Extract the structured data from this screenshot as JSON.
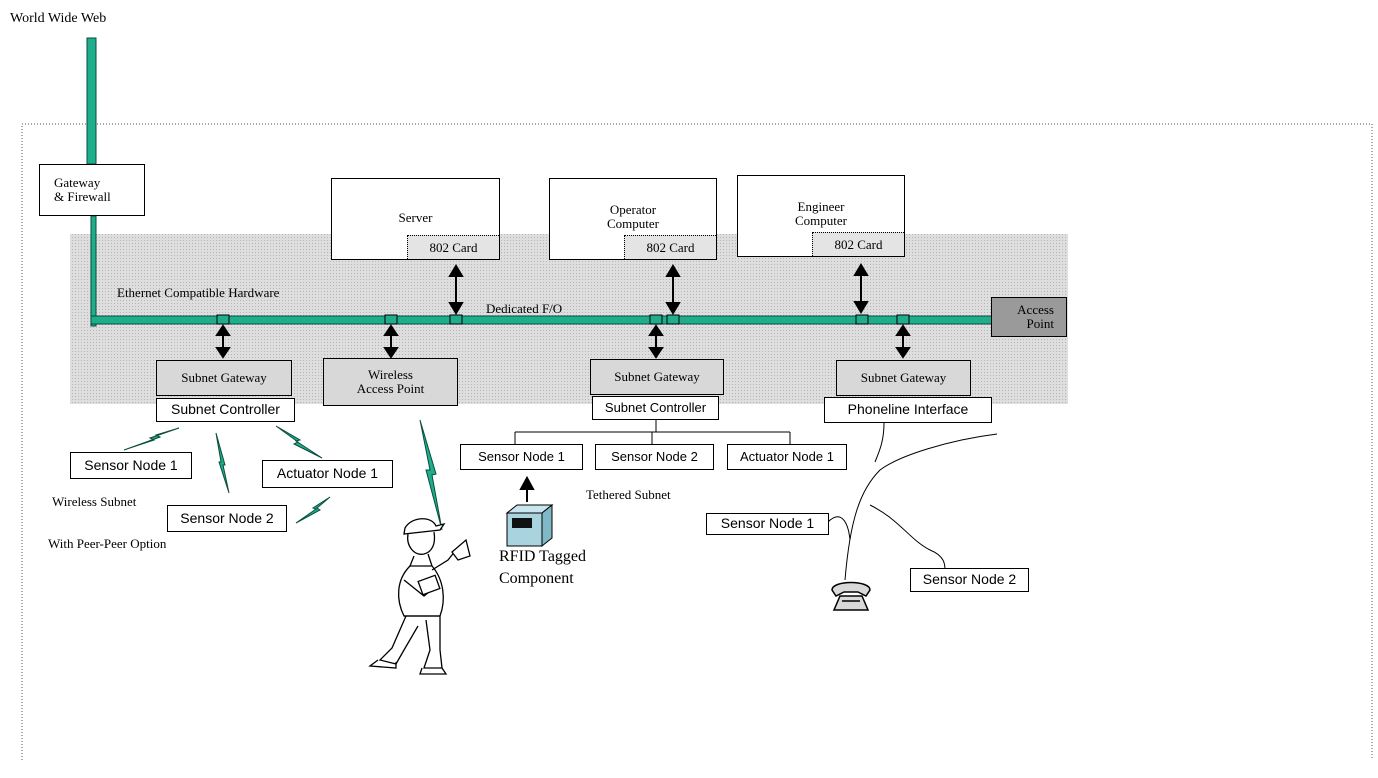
{
  "labels": {
    "www": "World Wide Web",
    "ethernet_hw": "Ethernet Compatible Hardware",
    "dedicated_fo": "Dedicated F/O",
    "wireless_subnet": "Wireless Subnet",
    "peer_option": "With Peer-Peer Option",
    "tethered_subnet": "Tethered Subnet",
    "rfid_line1": "RFID Tagged",
    "rfid_line2": "Component"
  },
  "boxes": {
    "gateway_firewall": [
      "Gateway",
      "& Firewall"
    ],
    "server": "Server",
    "operator_computer": [
      "Operator",
      "Computer"
    ],
    "engineer_computer": [
      "Engineer",
      "Computer"
    ],
    "card_label": "802 Card",
    "access_point": [
      "Access",
      "Point"
    ],
    "subnet_gateway": "Subnet Gateway",
    "wireless_access_point": [
      "Wireless",
      "Access Point"
    ],
    "subnet_controller": "Subnet Controller",
    "phoneline_interface": "Phoneline Interface"
  },
  "nodes": {
    "sensor_node_1": "Sensor Node 1",
    "sensor_node_2": "Sensor Node 2",
    "actuator_node_1": "Actuator Node 1"
  },
  "colors": {
    "bus": "#1fae8c",
    "bus_border": "#0a4d3d",
    "shaded_band": "#d3d3d3",
    "access_point_fill": "#9a9a9a"
  }
}
